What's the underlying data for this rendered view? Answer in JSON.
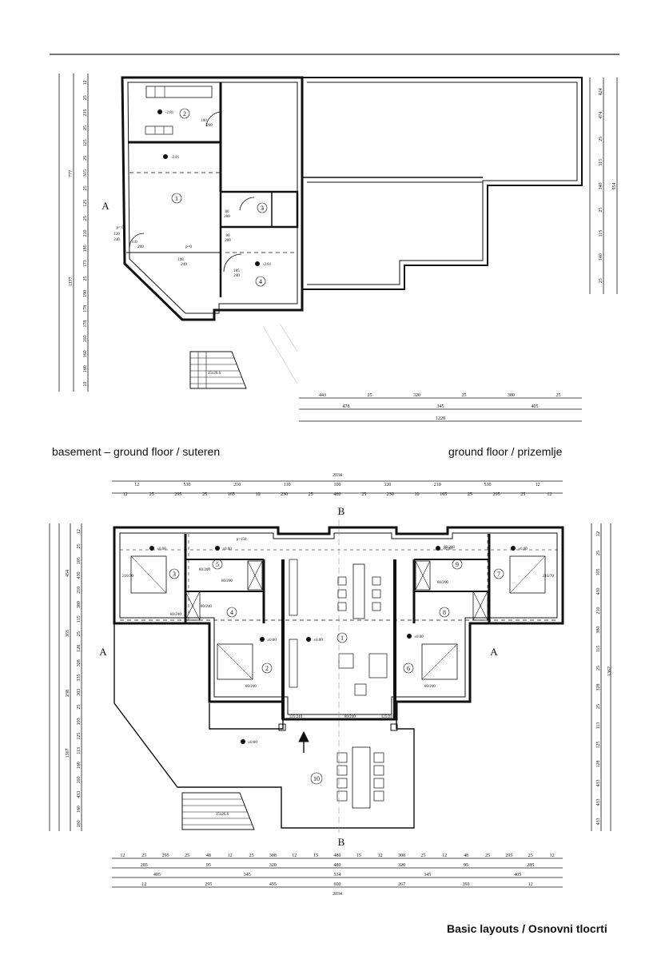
{
  "captions": {
    "basement": "basement – ground floor / suteren",
    "ground": "ground floor / prizemlje",
    "bottom": "Basic layouts / Osnovni tlocrti"
  },
  "section_marks": {
    "a": "A",
    "b": "B"
  },
  "top_plan": {
    "rooms": [
      "1",
      "2",
      "3",
      "4"
    ],
    "levels": [
      "-2.81",
      "-2.81",
      "-2.81"
    ],
    "doors": [
      {
        "w": "100",
        "h": "200"
      },
      {
        "w": "80",
        "h": "200"
      },
      {
        "w": "80",
        "h": "200"
      },
      {
        "w": "185",
        "h": "240"
      },
      {
        "w": "110",
        "h": "200"
      },
      {
        "w": "120",
        "h": "240"
      },
      {
        "w": "198",
        "h": "240"
      }
    ],
    "parapets": [
      "p= 0",
      "p=0"
    ],
    "stair": "15x26.6",
    "dims_left": [
      "12",
      "25",
      "235",
      "25",
      "125",
      "25",
      "315",
      "25",
      "125",
      "25",
      "210",
      "185",
      "173",
      "25",
      "190",
      "178",
      "178",
      "160",
      "160",
      "160",
      "10"
    ],
    "dims_left_totals": [
      "777",
      "1377"
    ],
    "dims_right": [
      "424",
      "474",
      "25",
      "315",
      "340",
      "25",
      "115",
      "140",
      "25"
    ],
    "dims_right_total": "954",
    "dims_bottom_1": [
      "443",
      "25",
      "320",
      "25",
      "380",
      "25"
    ],
    "dims_bottom_2": [
      "478",
      "345",
      "405"
    ],
    "dims_bottom_total": "1228"
  },
  "bottom_plan": {
    "rooms": [
      "1",
      "2",
      "3",
      "4",
      "5",
      "6",
      "7",
      "8",
      "9",
      "10"
    ],
    "levels": [
      "±0.00",
      "±0.00",
      "±0.00",
      "±0.00",
      "±0.00",
      "±0.00",
      "±0.00",
      "±0.00"
    ],
    "door_labels": [
      "210/70",
      "80/240",
      "80/240",
      "80/200",
      "80/200",
      "80/200",
      "80/200",
      "125/240",
      "80/240",
      "125/240",
      "80/240",
      "80/240",
      "210/70",
      "p=150"
    ],
    "stair": "15x26.6",
    "dims_top_total": "2034",
    "dims_top_1": [
      "12",
      "530",
      "210",
      "110",
      "100",
      "320",
      "210",
      "530",
      "12"
    ],
    "dims_top_2": [
      "12",
      "25",
      "295",
      "25",
      "165",
      "10",
      "230",
      "25",
      "460",
      "25",
      "230",
      "10",
      "165",
      "25",
      "295",
      "25",
      "12"
    ],
    "dims_left": [
      "12",
      "25",
      "105",
      "430",
      "210",
      "380",
      "115",
      "25",
      "128",
      "328",
      "335",
      "303",
      "25",
      "103",
      "125",
      "113",
      "160",
      "160",
      "433",
      "160",
      "160"
    ],
    "dims_left_totals": [
      "454",
      "355",
      "238",
      "1367"
    ],
    "dims_right": [
      "12",
      "25",
      "105",
      "430",
      "210",
      "380",
      "115",
      "25",
      "328",
      "25",
      "113",
      "125",
      "128",
      "433",
      "433",
      "433"
    ],
    "dims_right_total": "1367",
    "dims_bottom_1": [
      "12",
      "25",
      "295",
      "25",
      "48",
      "12",
      "25",
      "308",
      "12",
      "15",
      "480",
      "15",
      "12",
      "308",
      "25",
      "12",
      "48",
      "25",
      "295",
      "25",
      "12"
    ],
    "dims_bottom_2": [
      "285",
      "95",
      "320",
      "480",
      "320",
      "95",
      "285"
    ],
    "dims_bottom_3": [
      "405",
      "345",
      "534",
      "345",
      "405"
    ],
    "dims_bottom_4": [
      "12",
      "295",
      "455",
      "600",
      "267",
      "393",
      "12"
    ],
    "dims_bottom_total": "2034"
  }
}
